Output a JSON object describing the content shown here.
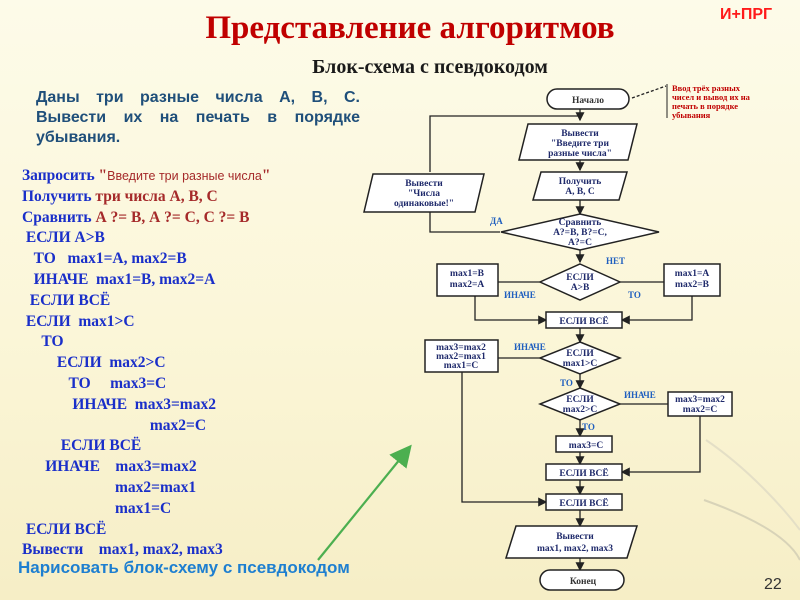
{
  "title": "Представление алгоритмов",
  "subtitle": "Блок-схема с псевдокодом",
  "badge": "И+ПРГ",
  "slide_number": "22",
  "intro_text": "Даны три разные числа А, В, С. Вывести их на печать в порядке убывания.",
  "bottom_note": "Нарисовать блок-схему с псевдокодом",
  "pseudocode": [
    {
      "kw": "Запросить ",
      "arg": "\"",
      "small": "Введите три разные числа",
      "tail": "\""
    },
    {
      "kw": "Получить ",
      "arg": "три числа А, В, С"
    },
    {
      "kw": "Сравнить ",
      "arg": "А ?= В, А ?= С, С ?= В"
    },
    {
      "kw": " ЕСЛИ А>B",
      "arg": ""
    },
    {
      "kw": "   ТО   max1=A, max2=B",
      "arg": ""
    },
    {
      "kw": "   ИНАЧЕ  max1=B, max2=A",
      "arg": ""
    },
    {
      "kw": "  ЕСЛИ ВСЁ",
      "arg": ""
    },
    {
      "kw": " ЕСЛИ  max1>C",
      "arg": ""
    },
    {
      "kw": "     ТО",
      "arg": ""
    },
    {
      "kw": "         ЕСЛИ  max2>C",
      "arg": ""
    },
    {
      "kw": "            ТО     max3=C",
      "arg": ""
    },
    {
      "kw": "             ИНАЧЕ  max3=max2",
      "arg": ""
    },
    {
      "kw": "                                 max2=C",
      "arg": ""
    },
    {
      "kw": "          ЕСЛИ ВСЁ",
      "arg": ""
    },
    {
      "kw": "      ИНАЧЕ    max3=max2",
      "arg": ""
    },
    {
      "kw": "                        max2=max1",
      "arg": ""
    },
    {
      "kw": "                        max1=C",
      "arg": ""
    },
    {
      "kw": " ЕСЛИ ВСЁ",
      "arg": ""
    },
    {
      "kw": "Вывести    max1, max2, max3",
      "arg": ""
    }
  ],
  "flowchart": {
    "start": "Начало",
    "end": "Конец",
    "note_lines": [
      "Ввод трёх разных",
      "чисел и вывод их на",
      "печать в порядке",
      "убывания"
    ],
    "output_prompt": [
      "Вывести",
      "\"Введите три",
      "разные числа\""
    ],
    "output_same": [
      "Вывести",
      "\"Числа",
      "одинаковые!\""
    ],
    "input": [
      "Получить",
      "А, В, С"
    ],
    "compare": [
      "Сравнить",
      "А?=В, В?=С,",
      "А?=С"
    ],
    "yes": "ДА",
    "no": "НЕТ",
    "if_ab": [
      "ЕСЛИ",
      "А>В"
    ],
    "then": "ТО",
    "else": "ИНАЧЕ",
    "assign_ba": [
      "max1=B",
      "max2=A"
    ],
    "assign_ab": [
      "max1=A",
      "max2=B"
    ],
    "endif": "ЕСЛИ ВСЁ",
    "if_max1c": [
      "ЕСЛИ",
      "max1>C"
    ],
    "assign_shift": [
      "max3=max2",
      "max2=max1",
      "max1=C"
    ],
    "if_max2c": [
      "ЕСЛИ",
      "max2>C"
    ],
    "assign_max3max2": [
      "max3=max2",
      "max2=C"
    ],
    "assign_max3c": "max3=C",
    "output_result": [
      "Вывести",
      "max1, max2, max3"
    ]
  }
}
